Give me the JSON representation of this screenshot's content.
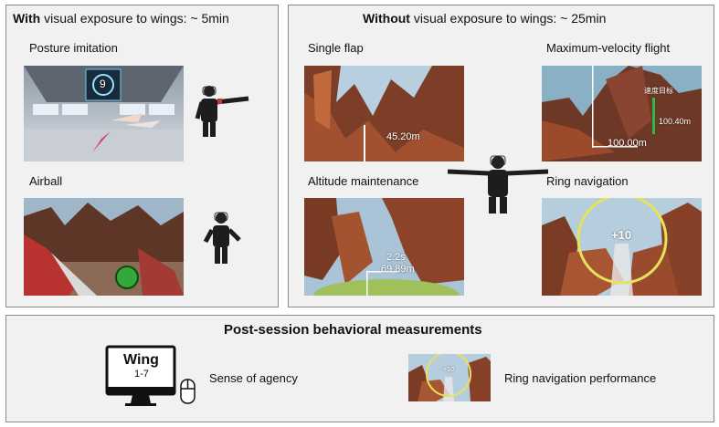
{
  "left_panel": {
    "title_bold": "With",
    "title_rest": " visual exposure to wings: ~ 5min",
    "tasks": [
      {
        "label": "Posture imitation",
        "overlay": "9"
      },
      {
        "label": "Airball"
      }
    ]
  },
  "right_panel": {
    "title_bold": "Without",
    "title_rest": " visual exposure to wings: ~ 25min",
    "tasks": [
      {
        "label": "Single flap",
        "overlay": "45.20m"
      },
      {
        "label": "Maximum-velocity flight",
        "overlay_distance": "100.00m",
        "overlay_gauge": "100.40m",
        "overlay_gauge_title": "速度目标"
      },
      {
        "label": "Altitude maintenance",
        "overlay_time": "2.2s",
        "overlay_altitude": "69.89m"
      },
      {
        "label": "Ring navigation",
        "overlay": "+10"
      }
    ]
  },
  "bottom_panel": {
    "title": "Post-session behavioral measurements",
    "monitor_title": "Wing",
    "monitor_scale": "1-7",
    "measure_1": "Sense of agency",
    "measure_2": "Ring navigation performance",
    "thumb_overlay": "+10"
  },
  "colors": {
    "panel_bg": "#f1f1f1",
    "border": "#8a8a8a",
    "ring": "#e6e35a",
    "gauge_green": "#2fb84a"
  }
}
